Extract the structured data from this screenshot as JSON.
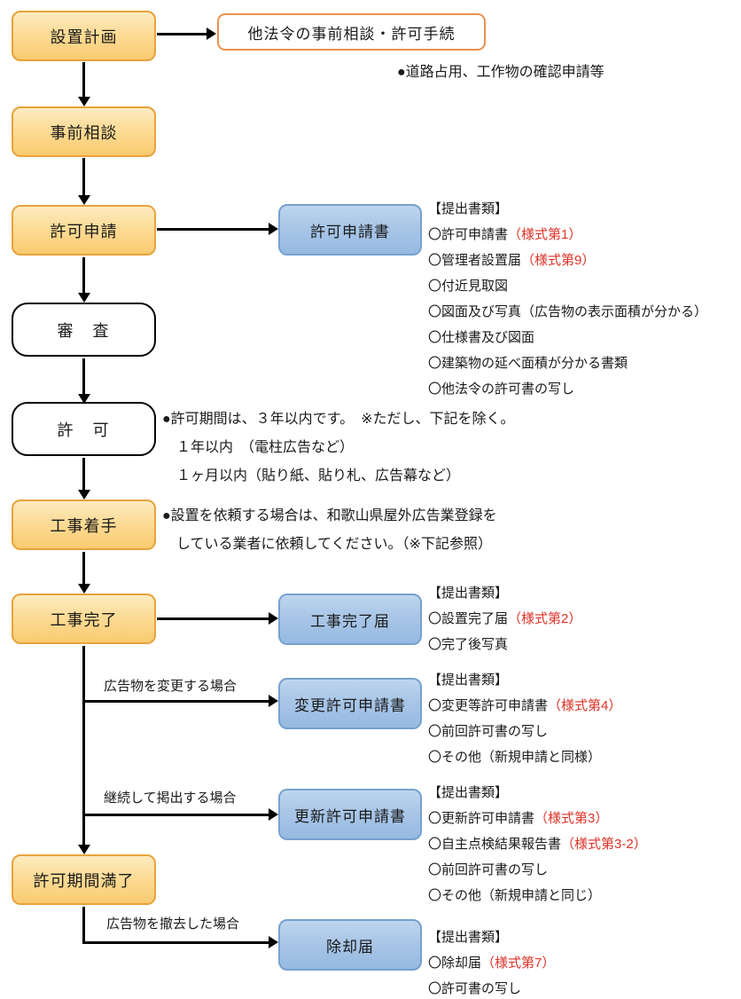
{
  "colors": {
    "orange_fill_top": "#FDEBC0",
    "orange_fill_bottom": "#FACB70",
    "orange_border": "#E8A33C",
    "blue_fill_top": "#BED6EE",
    "blue_fill_bottom": "#96BAE1",
    "blue_border": "#76A1CE",
    "outline_box_border": "#E8914E",
    "red_text": "#DE3226",
    "arrow_color": "#000000"
  },
  "flow": {
    "plan": "設置計画",
    "pre_consult": "事前相談",
    "apply": "許可申請",
    "review": "審　査",
    "permit": "許　可",
    "start": "工事着手",
    "done": "工事完了",
    "expire": "許可期間満了"
  },
  "side": {
    "other_laws": "他法令の事前相談・許可手続",
    "apply_doc": "許可申請書",
    "done_doc": "工事完了届",
    "change_doc": "変更許可申請書",
    "renew_doc": "更新許可申請書",
    "remove_doc": "除却届"
  },
  "branches": {
    "change": "広告物を変更する場合",
    "renew": "継続して掲出する場合",
    "remove": "広告物を撤去した場合"
  },
  "notes": {
    "other_laws": "●道路占用、工作物の確認申請等",
    "permit_l1": "●許可期間は、３年以内です。　※ただし、下記を除く。",
    "permit_l2": "１年以内　（電柱広告など）",
    "permit_l3": "１ヶ月以内（貼り紙、貼り札、広告幕など）",
    "start_l1": "●設置を依頼する場合は、和歌山県屋外広告業登録を",
    "start_l2": "している業者に依頼してください。（※下記参照）"
  },
  "doc_lists": {
    "header": "【提出書類】",
    "apply": [
      {
        "text": "〇許可申請書",
        "red": "（様式第1）"
      },
      {
        "text": "〇管理者設置届",
        "red": "（様式第9）"
      },
      {
        "text": "〇付近見取図"
      },
      {
        "text": "〇図面及び写真（広告物の表示面積が分かる）"
      },
      {
        "text": "〇仕様書及び図面"
      },
      {
        "text": "〇建築物の延べ面積が分かる書類"
      },
      {
        "text": "〇他法令の許可書の写し"
      }
    ],
    "done": [
      {
        "text": "〇設置完了届",
        "red": "（様式第2）"
      },
      {
        "text": "〇完了後写真"
      }
    ],
    "change": [
      {
        "text": "〇変更等許可申請書",
        "red": "（様式第4）"
      },
      {
        "text": "〇前回許可書の写し"
      },
      {
        "text": "〇その他（新規申請と同様）"
      }
    ],
    "renew": [
      {
        "text": "〇更新許可申請書",
        "red": "（様式第3）"
      },
      {
        "text": "〇自主点検結果報告書",
        "red": "（様式第3-2）"
      },
      {
        "text": "〇前回許可書の写し"
      },
      {
        "text": "〇その他（新規申請と同じ）"
      }
    ],
    "remove": [
      {
        "text": "〇除却届",
        "red": "（様式第7）"
      },
      {
        "text": "〇許可書の写し"
      }
    ]
  }
}
